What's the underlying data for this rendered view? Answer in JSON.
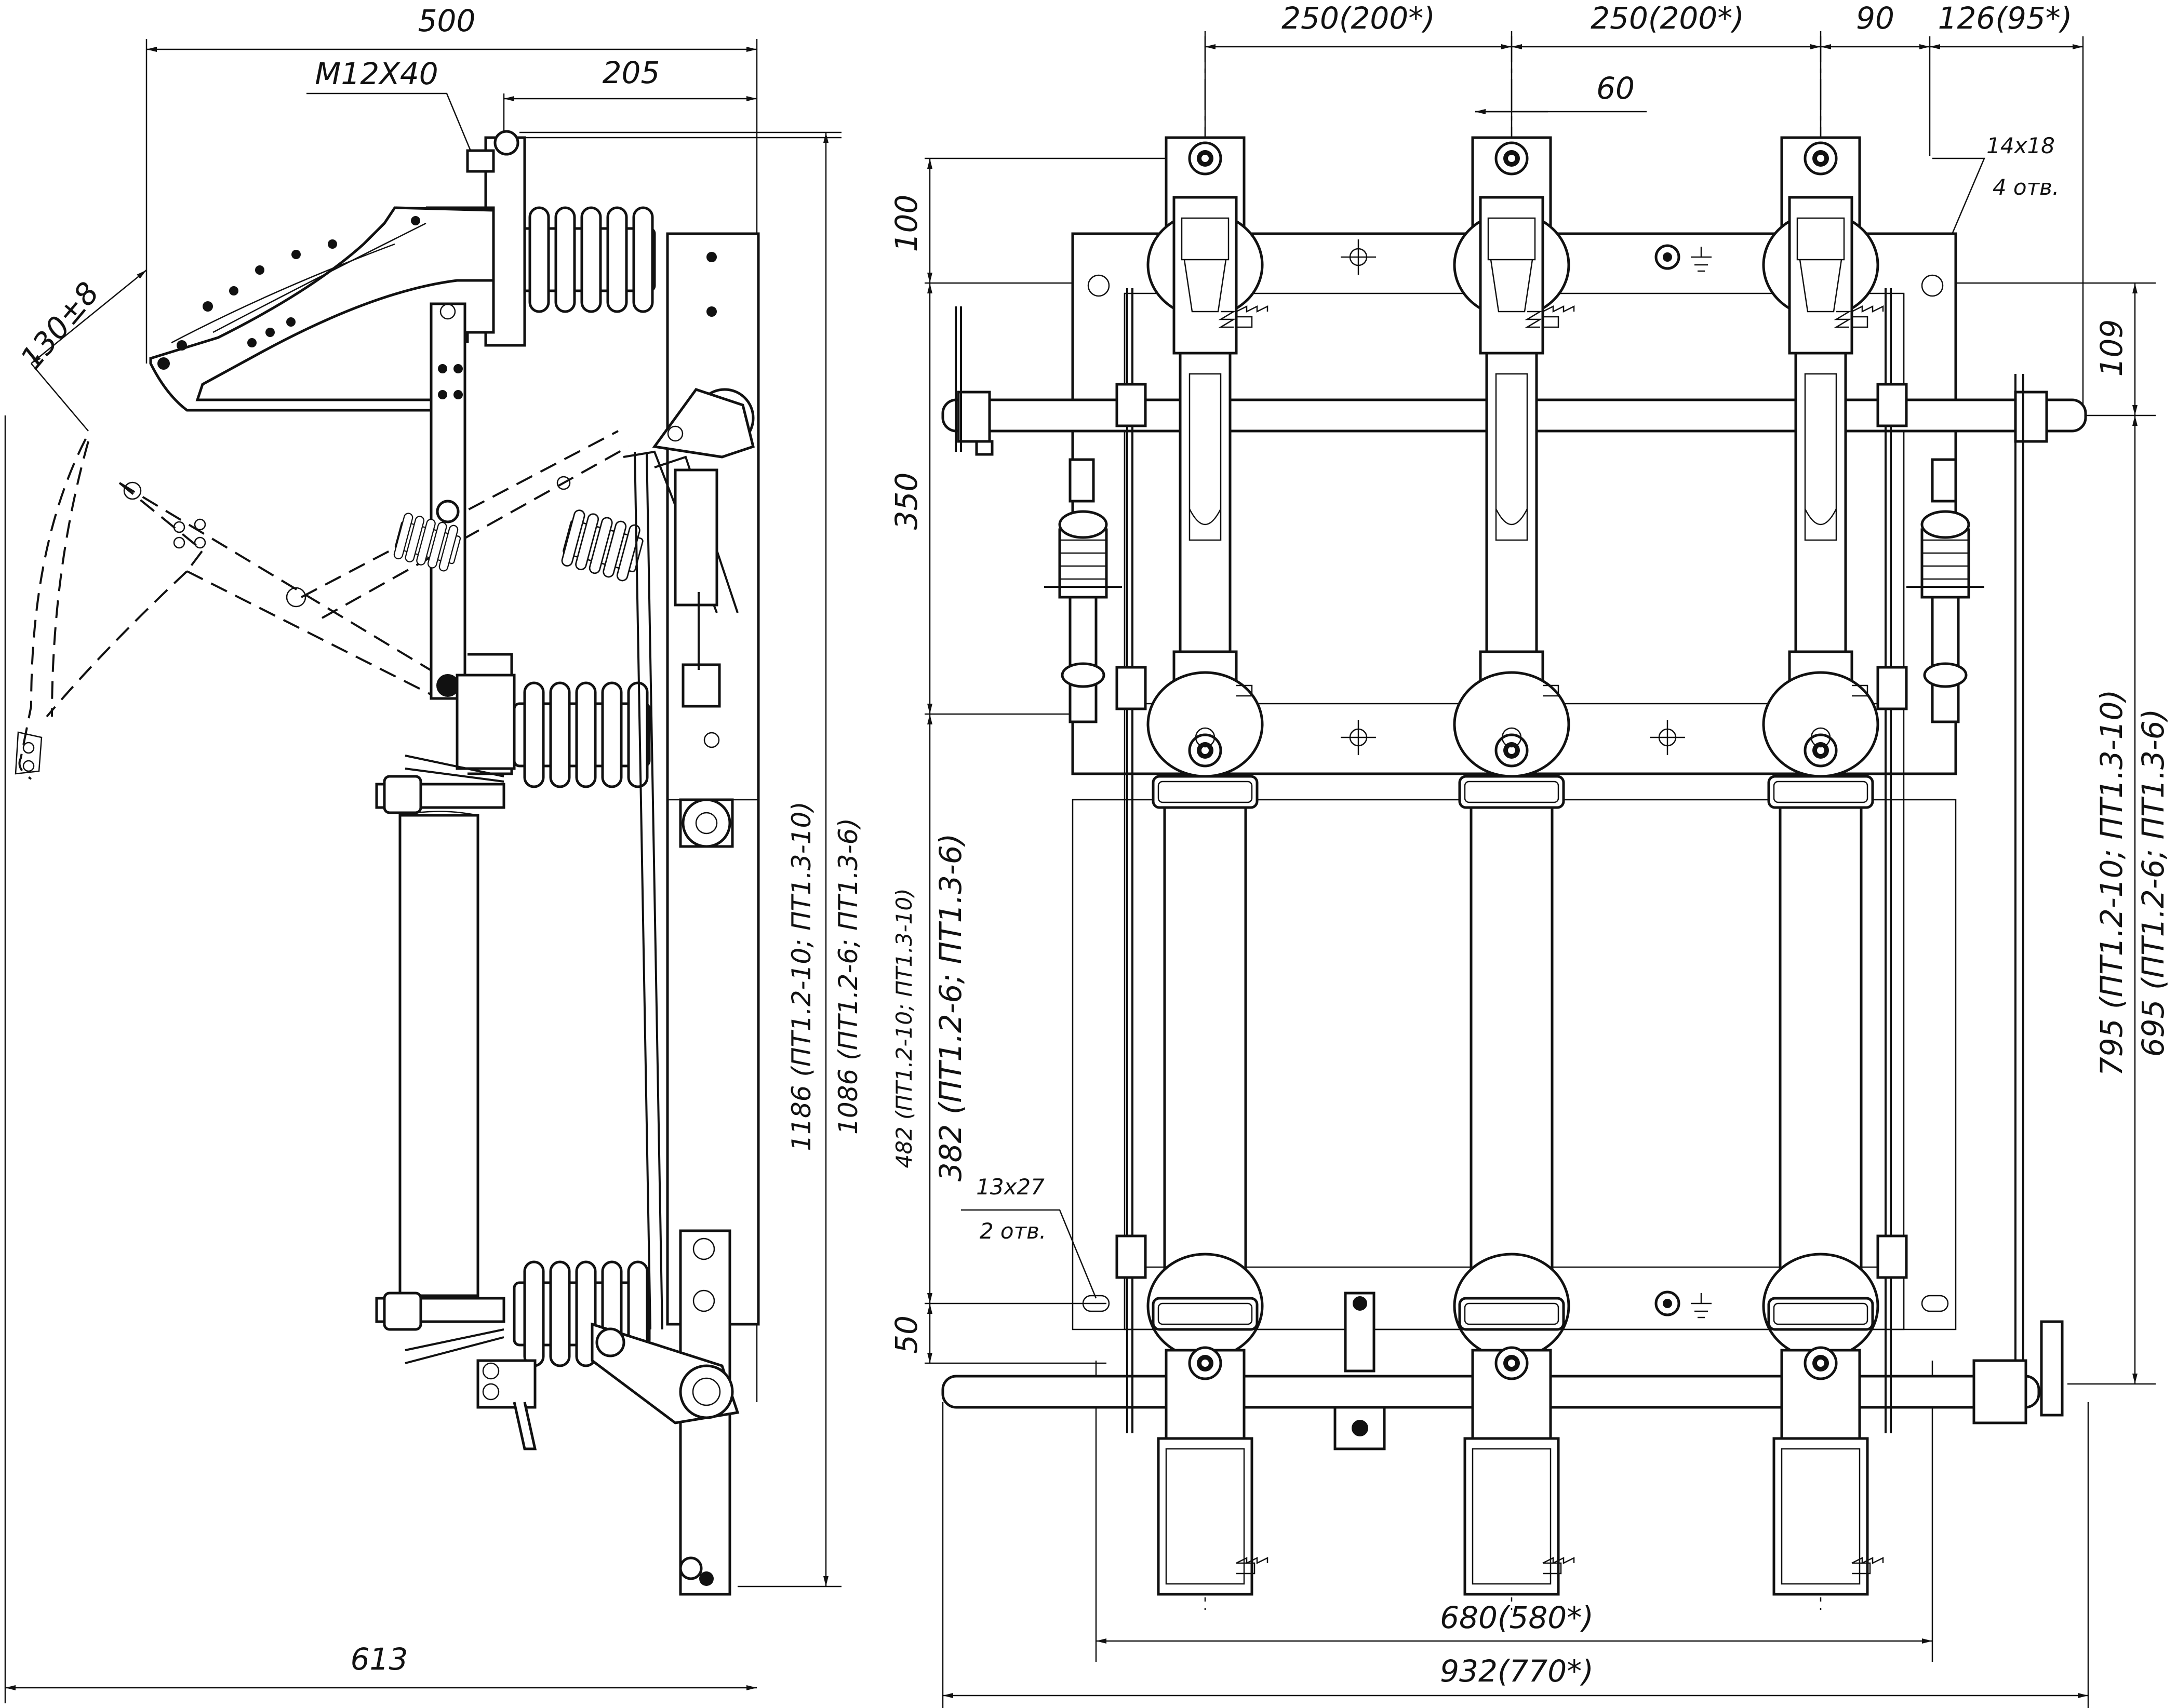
{
  "side_view": {
    "dim_top": "500",
    "dim_bolt": "M12X40",
    "dim_205": "205",
    "dim_angle": "130±8",
    "dim_bottom": "613",
    "dim_height_10": "1186 (ПТ1.2-10; ПТ1.3-10)",
    "dim_height_6": "1086 (ПТ1.2-6; ПТ1.3-6)"
  },
  "front_view": {
    "dim_pitch_1": "250(200*)",
    "dim_pitch_2": "250(200*)",
    "dim_90": "90",
    "dim_126": "126(95*)",
    "dim_60": "60",
    "hole_top": "14x18",
    "hole_top_count": "4 отв.",
    "hole_bottom": "13x27",
    "hole_bottom_count": "2 отв.",
    "dim_100": "100",
    "dim_350": "350",
    "dim_482": "482 (ПТ1.2-10; ПТ1.3-10)",
    "dim_382": "382 (ПТ1.2-6; ПТ1.3-6)",
    "dim_50": "50",
    "dim_109": "109",
    "dim_795": "795 (ПТ1.2-10; ПТ1.3-10)",
    "dim_695": "695 (ПТ1.2-6; ПТ1.3-6)",
    "dim_680": "680(580*)",
    "dim_932": "932(770*)"
  }
}
